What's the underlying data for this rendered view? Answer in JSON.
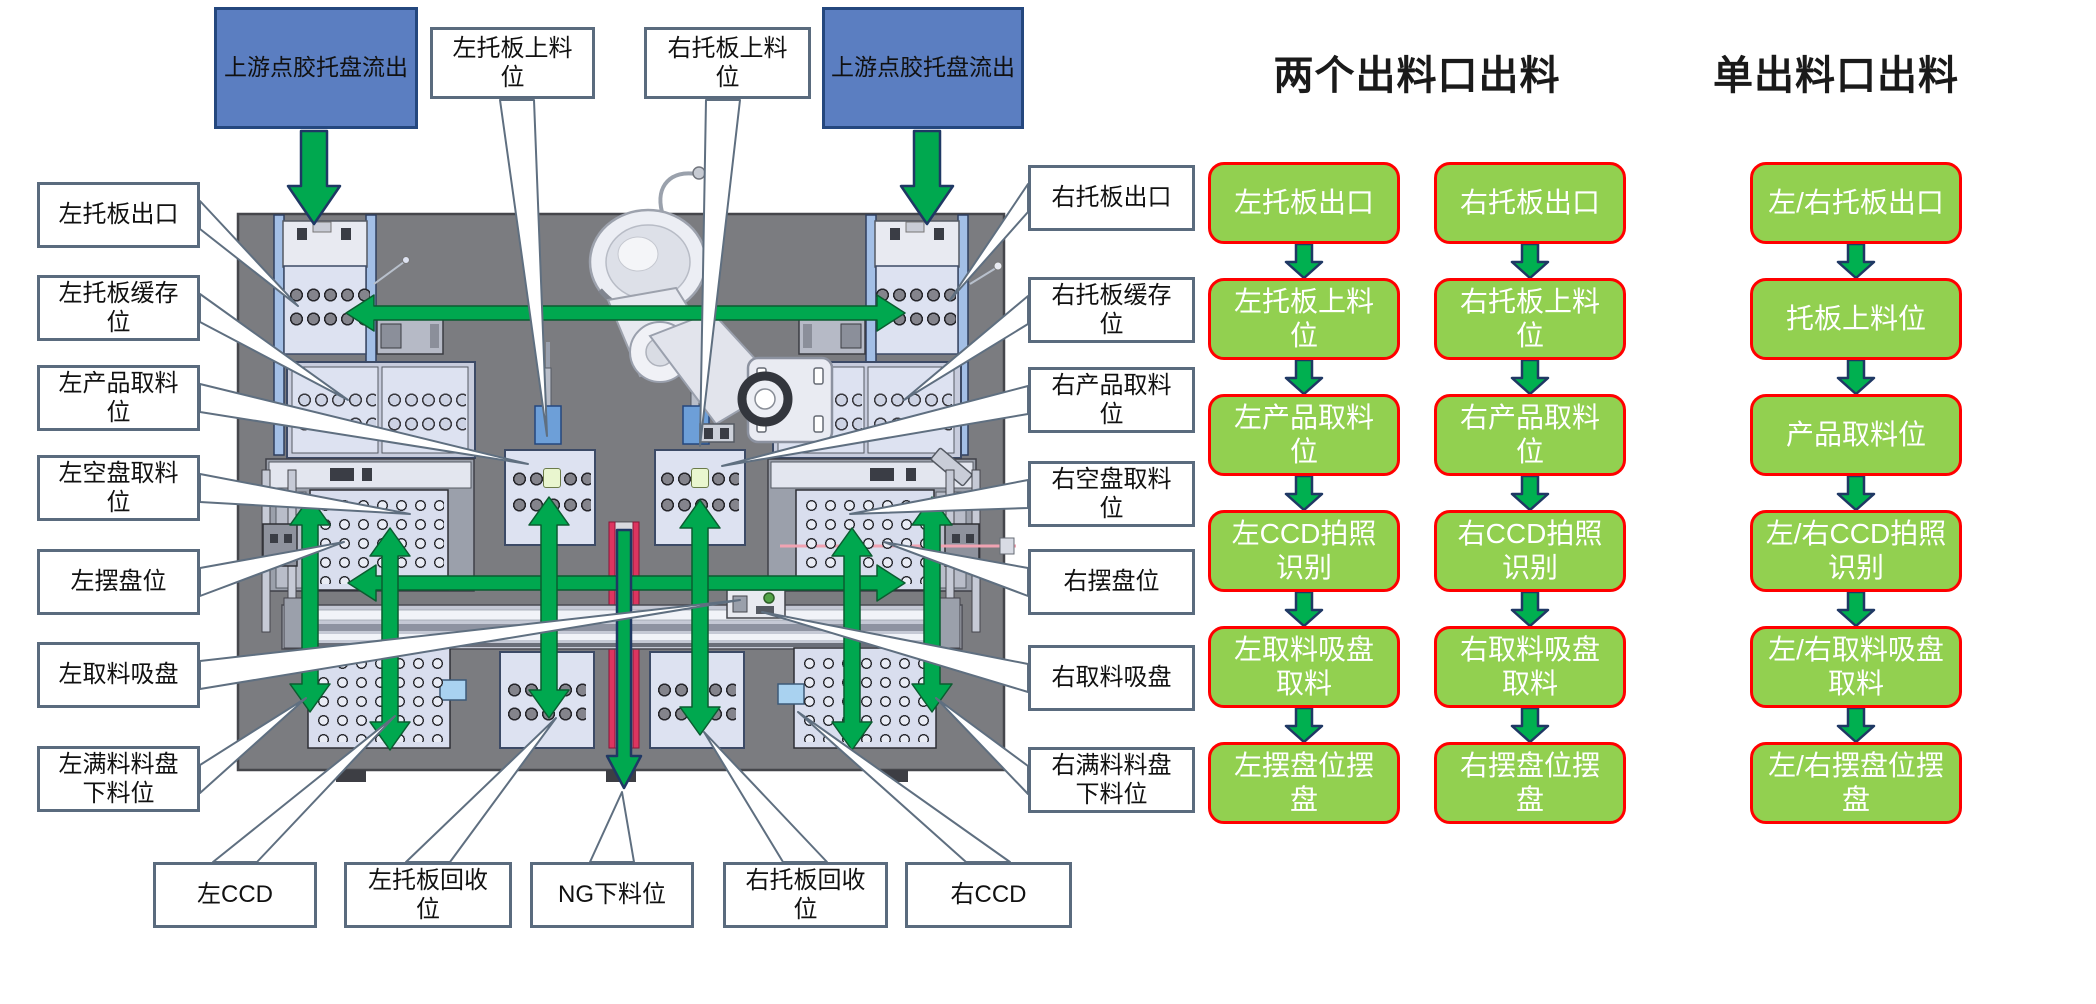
{
  "machine": {
    "top_sources": [
      "上游点胶托盘流出",
      "上游点胶托盘流出"
    ],
    "top_labels": [
      "左托板上料位",
      "右托板上料位"
    ],
    "left_labels": [
      "左托板出口",
      "左托板缓存位",
      "左产品取料位",
      "左空盘取料位",
      "左摆盘位",
      "左取料吸盘",
      "左满料料盘下料位"
    ],
    "right_labels": [
      "右托板出口",
      "右托板缓存位",
      "右产品取料位",
      "右空盘取料位",
      "右摆盘位",
      "右取料吸盘",
      "右满料料盘下料位"
    ],
    "bottom_labels": [
      "左CCD",
      "左托板回收位",
      "NG下料位",
      "右托板回收位",
      "右CCD"
    ]
  },
  "flows": [
    {
      "title": "两个出料口出料",
      "columns": [
        {
          "steps": [
            "左托板出口",
            "左托板上料位",
            "左产品取料位",
            "左CCD拍照识别",
            "左取料吸盘取料",
            "左摆盘位摆盘"
          ]
        },
        {
          "steps": [
            "右托板出口",
            "右托板上料位",
            "右产品取料位",
            "右CCD拍照识别",
            "右取料吸盘取料",
            "右摆盘位摆盘"
          ]
        }
      ]
    },
    {
      "title": "单出料口出料",
      "columns": [
        {
          "steps": [
            "左/右托板出口",
            "托板上料位",
            "产品取料位",
            "左/右CCD拍照识别",
            "左/右取料吸盘取料",
            "左/右摆盘位摆盘"
          ]
        }
      ]
    }
  ],
  "colors": {
    "flow_box_fill": "#92d050",
    "flow_box_border": "#ff0000",
    "arrow_green": "#00b050",
    "arrow_outline": "#1f3864",
    "source_box_fill": "#5b7ec1",
    "machine_body": "#7b7c80",
    "callout_border": "#5a6b7e"
  }
}
